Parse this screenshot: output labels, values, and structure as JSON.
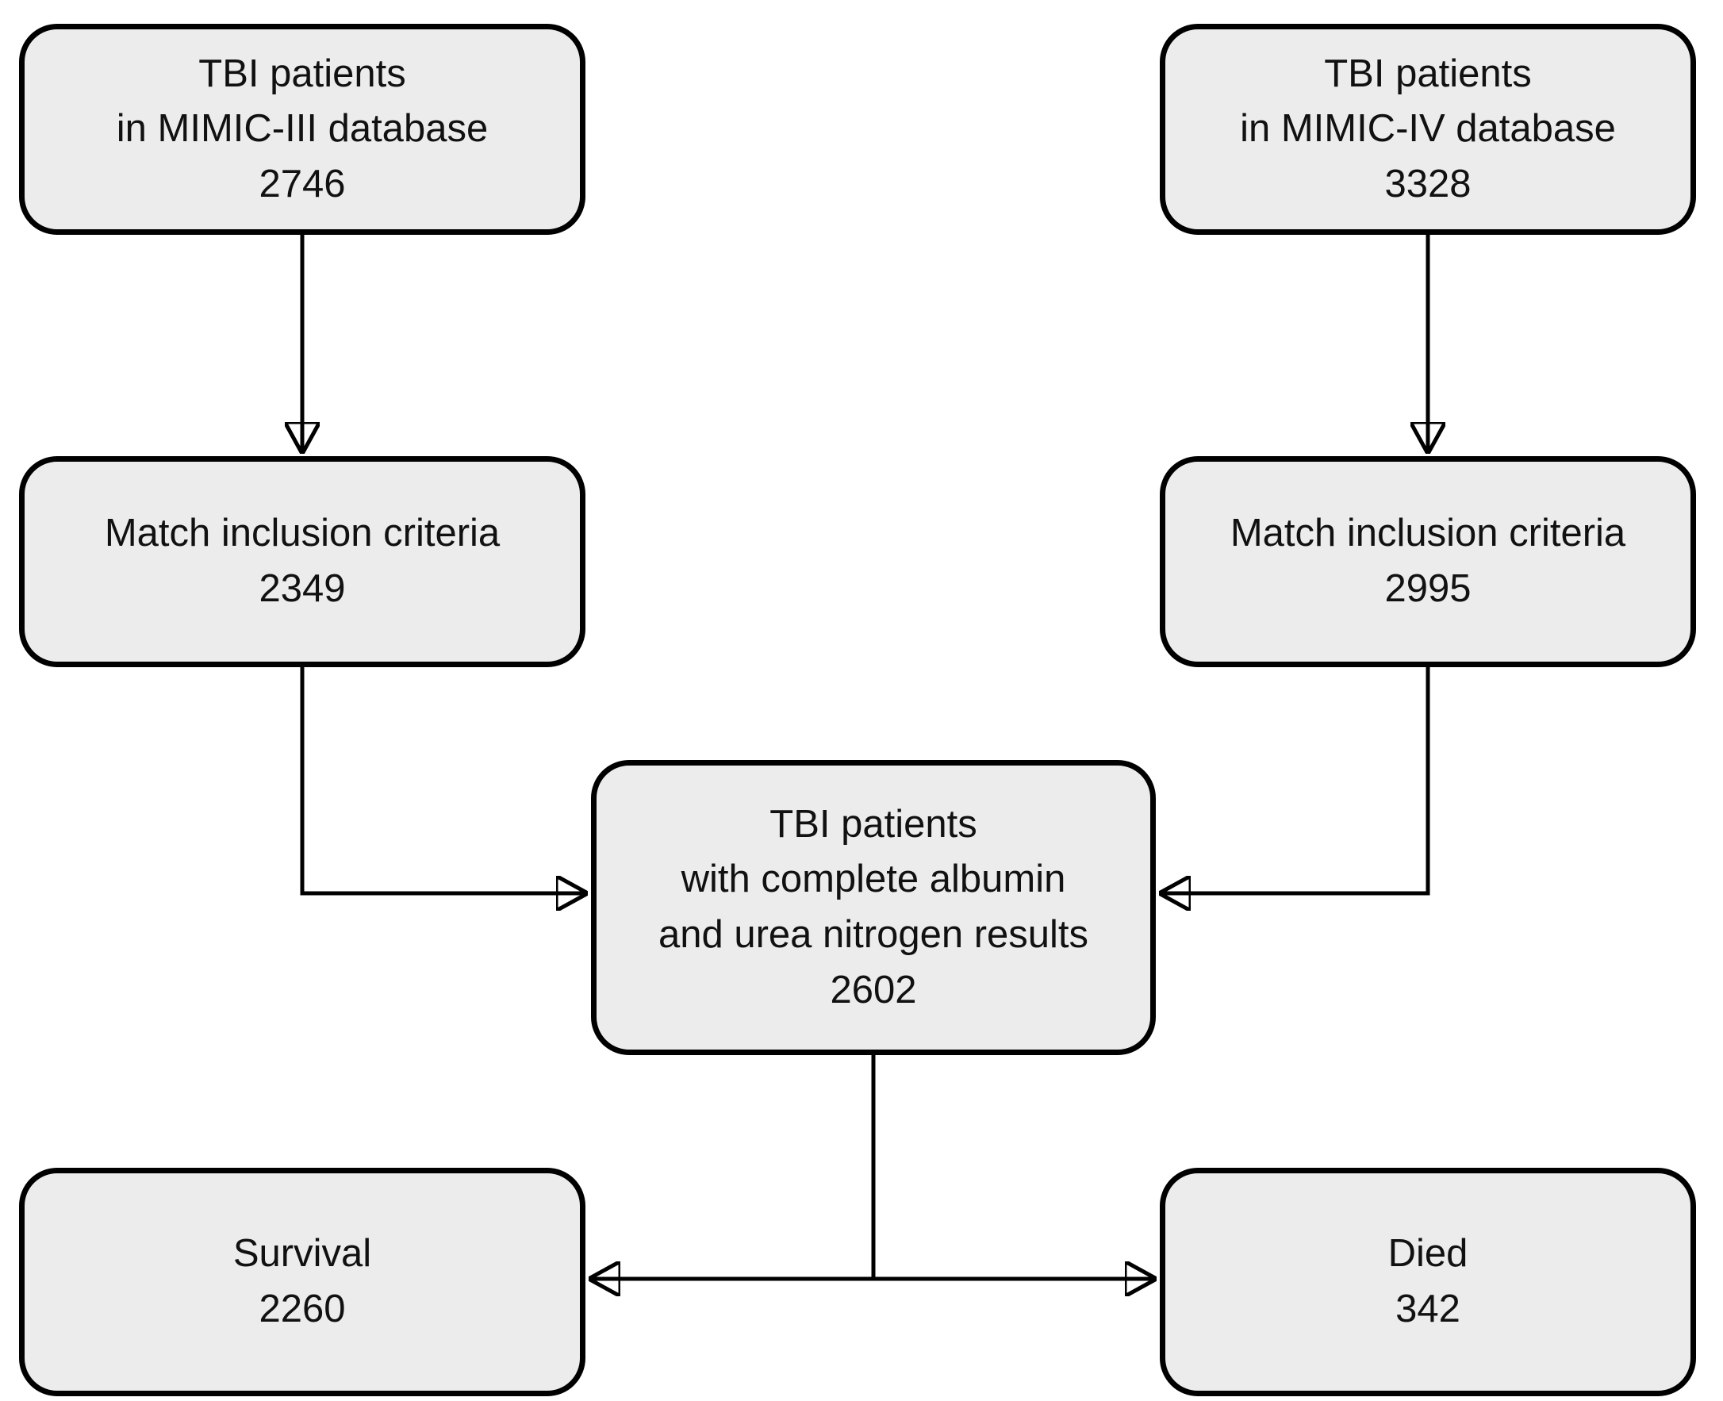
{
  "diagram": {
    "type": "flowchart",
    "background_color": "#ffffff",
    "box_fill_color": "#ececec",
    "box_border_color": "#000000",
    "boxes": {
      "mimic3": {
        "label": "TBI patients\nin MIMIC-III database",
        "count": "2746"
      },
      "mimic4": {
        "label": "TBI patients\nin MIMIC-IV database",
        "count": "3328"
      },
      "criteria3": {
        "label": "Match inclusion criteria",
        "count": "2349"
      },
      "criteria4": {
        "label": "Match inclusion criteria",
        "count": "2995"
      },
      "complete": {
        "label": "TBI patients\nwith complete albumin\nand urea nitrogen results",
        "count": "2602"
      },
      "survival": {
        "label": "Survival",
        "count": "2260"
      },
      "died": {
        "label": "Died",
        "count": "342"
      }
    }
  }
}
